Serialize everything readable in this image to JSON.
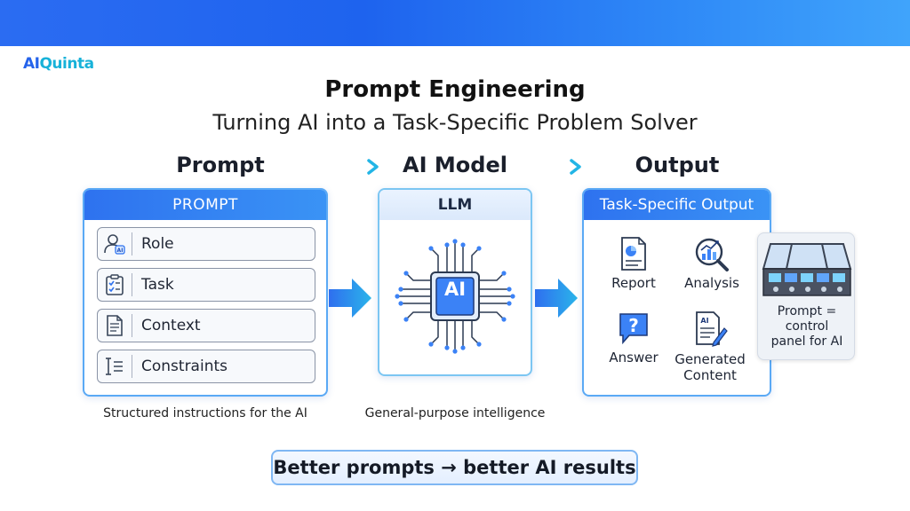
{
  "logo": {
    "part1": "AI",
    "part2": "Quinta"
  },
  "header": {
    "title": "Prompt Engineering",
    "subtitle": "Turning AI into a Task-Specific Problem Solver"
  },
  "columns": {
    "prompt": "Prompt",
    "model": "AI Model",
    "output": "Output"
  },
  "prompt_panel": {
    "title": "PROMPT",
    "items": [
      {
        "label": "Role",
        "icon": "user-ai-icon"
      },
      {
        "label": "Task",
        "icon": "checklist-icon"
      },
      {
        "label": "Context",
        "icon": "document-icon"
      },
      {
        "label": "Constraints",
        "icon": "text-constraints-icon"
      }
    ],
    "caption": "Structured instructions for the AI"
  },
  "model_panel": {
    "title": "LLM",
    "chip_label": "AI",
    "caption": "General-purpose intelligence"
  },
  "output_panel": {
    "title": "Task-Specific Output",
    "items": [
      {
        "label": "Report",
        "icon": "report-icon"
      },
      {
        "label": "Analysis",
        "icon": "analysis-icon"
      },
      {
        "label": "Answer",
        "icon": "question-icon"
      },
      {
        "label_line1": "Generated",
        "label_line2": "Content",
        "icon": "generated-content-icon",
        "badge": "AI"
      }
    ]
  },
  "cockpit": {
    "line1": "Prompt =",
    "line2": "control",
    "line3": "panel for AI"
  },
  "tagline": "Better prompts → better AI results",
  "colors": {
    "brand_blue": "#2e72ef",
    "accent_cyan": "#17b2d9",
    "chip_blue": "#3b82f6"
  }
}
